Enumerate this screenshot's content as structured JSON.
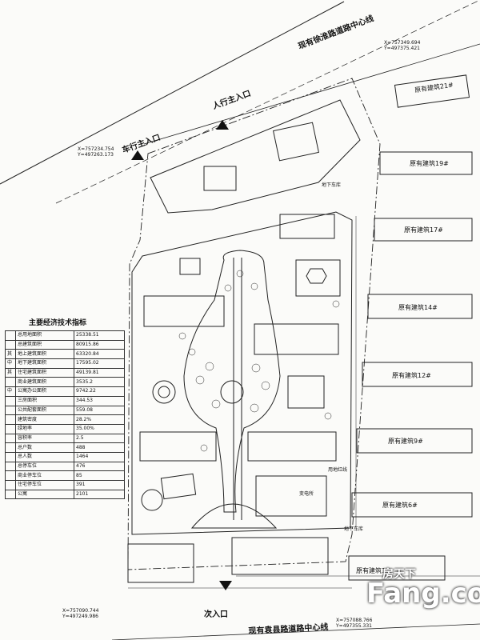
{
  "roads": {
    "north": "现有徐淮路道路中心线",
    "south": "现有袁县路道路中心线"
  },
  "entrances": {
    "pedestrian": "人行主入口",
    "vehicle": "车行主入口",
    "secondary": "次入口"
  },
  "coords": {
    "c1": [
      "X=757349.694",
      "Y=497375.421"
    ],
    "c2": [
      "X=757234.754",
      "Y=497263.173"
    ],
    "c3": [
      "X=757090.744",
      "Y=497249.986"
    ],
    "c4": [
      "X=757088.766",
      "Y=497355.331"
    ]
  },
  "existing_buildings": [
    "原有建筑21#",
    "原有建筑19#",
    "原有建筑17#",
    "原有建筑14#",
    "原有建筑12#",
    "原有建筑9#",
    "原有建筑6#",
    "原有建筑1#"
  ],
  "plan_notes": {
    "red_line": "用地红线",
    "garage": "地下车库",
    "garage_entry": "地下车库",
    "substation": "变电所"
  },
  "econ_table": {
    "title": "主要经济技术指标",
    "rows": [
      [
        "",
        "总用地面积",
        "25338.51"
      ],
      [
        "",
        "总建筑面积",
        "80915.86"
      ],
      [
        "其",
        "地上建筑面积",
        "63320.84"
      ],
      [
        "中",
        "地下建筑面积",
        "17595.02"
      ],
      [
        "其",
        "住宅建筑面积",
        "49139.81"
      ],
      [
        "",
        "商业建筑面积",
        "3535.2"
      ],
      [
        "中",
        "公寓办公面积",
        "9742.22"
      ],
      [
        "",
        "三房面积",
        "344.53"
      ],
      [
        "",
        "公共配套面积",
        "559.08"
      ],
      [
        "",
        "建筑密度",
        "28.2%"
      ],
      [
        "",
        "绿地率",
        "35.00%"
      ],
      [
        "",
        "容积率",
        "2.5"
      ],
      [
        "",
        "总户数",
        "488"
      ],
      [
        "",
        "总人数",
        "1464"
      ],
      [
        "",
        "总停车位",
        "476"
      ],
      [
        "",
        "商业停车位",
        "85"
      ],
      [
        "",
        "住宅停车位",
        "391"
      ],
      [
        "",
        "公寓",
        "2101"
      ]
    ]
  },
  "watermark": {
    "cn": "房天下",
    "en": "Fang.com"
  }
}
